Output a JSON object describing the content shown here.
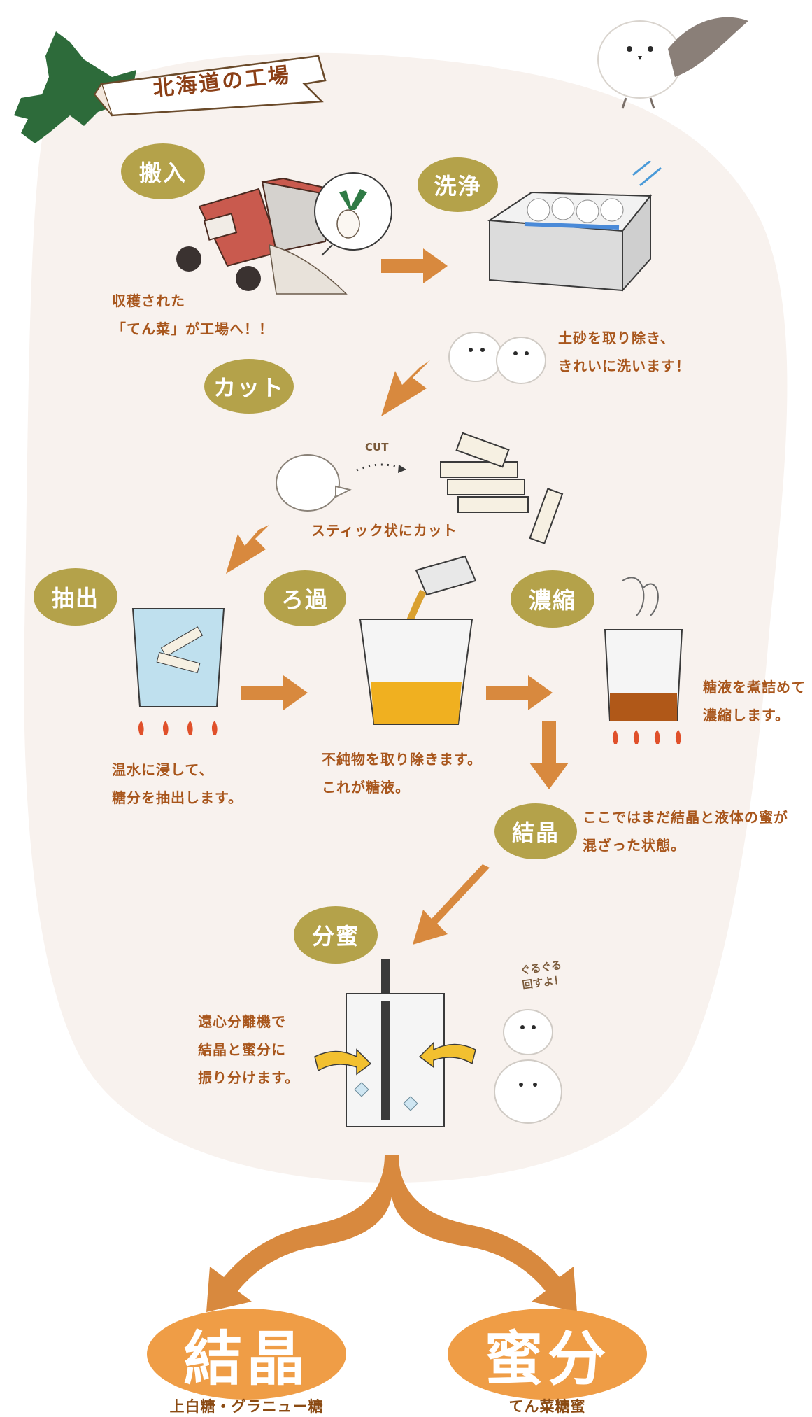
{
  "banner": {
    "title": "北海道の工場"
  },
  "steps": {
    "hannyu": "搬入",
    "senjou": "洗浄",
    "cut": "カット",
    "chushutsu": "抽出",
    "roka": "ろ過",
    "noushuku": "濃縮",
    "kesshou": "結晶",
    "bunmitsu": "分蜜"
  },
  "notes": {
    "hannyu": "収穫された\n「てん菜」が工場へ！！",
    "senjou": "土砂を取り除き、\nきれいに洗います！",
    "cut": "スティック状にカット",
    "chushutsu": "温水に浸して、\n糖分を抽出します。",
    "roka": "不純物を取り除きます。\nこれが糖液。",
    "noushuku": "糖液を煮詰めて\n濃縮します。",
    "kesshou": "ここではまだ結晶と液体の蜜が\n混ざった状態。",
    "bunmitsu": "遠心分離機で\n結晶と蜜分に\n振り分けます。"
  },
  "small_text": {
    "cut_word": "CUT",
    "guruguru": "ぐるぐる\n回すよ！"
  },
  "outputs": {
    "left": {
      "title": "結晶",
      "subtitle": "上白糖・グラニュー糖"
    },
    "right": {
      "title": "蜜分",
      "subtitle": "てん菜糖蜜"
    }
  },
  "colors": {
    "label_bg": "#b4a24a",
    "note_text": "#a8561c",
    "final_bg": "#ef9d46",
    "arrow": "#d8893e",
    "blob": "#f8f2ee",
    "hokkaido": "#2d6b3a"
  },
  "icons": [
    "hokkaido-map-icon",
    "bird-icon",
    "dump-truck-icon",
    "sugar-beet-icon",
    "wash-tank-icon",
    "beet-icon",
    "sticks-icon",
    "beaker-icon",
    "pour-cup-icon",
    "centrifuge-icon",
    "flame-icon",
    "arrow-icon"
  ]
}
